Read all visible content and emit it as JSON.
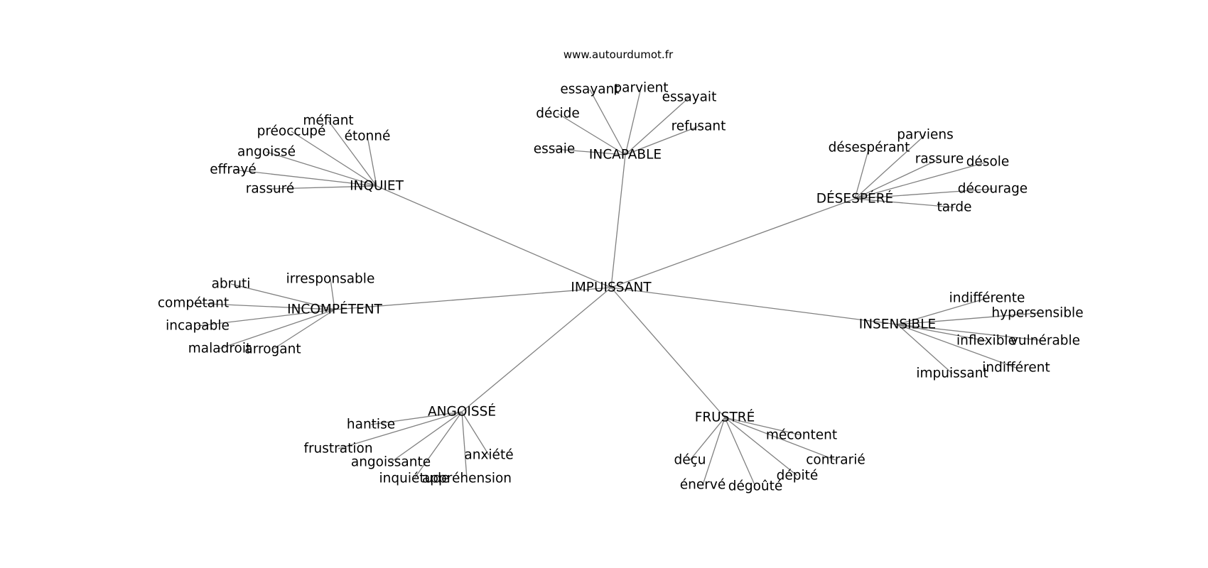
{
  "watermark": "www.autourdumot.fr",
  "graph": {
    "center": "IMPUISSANT",
    "clusters": [
      {
        "hub": "INQUIET",
        "leaves": [
          "méfiant",
          "préoccupé",
          "étonné",
          "angoissé",
          "effrayé",
          "rassuré"
        ]
      },
      {
        "hub": "INCAPABLE",
        "leaves": [
          "essayant",
          "parvient",
          "essayait",
          "décide",
          "refusant",
          "essaie"
        ]
      },
      {
        "hub": "DÉSESPÉRÉ",
        "leaves": [
          "parviens",
          "désespérant",
          "rassure",
          "désole",
          "décourage",
          "tarde"
        ]
      },
      {
        "hub": "INCOMPÉTENT",
        "leaves": [
          "irresponsable",
          "abruti",
          "compétant",
          "incapable",
          "maladroit",
          "arrogant"
        ]
      },
      {
        "hub": "INSENSIBLE",
        "leaves": [
          "indifférente",
          "hypersensible",
          "inflexible",
          "vulnérable",
          "indifférent",
          "impuissant"
        ]
      },
      {
        "hub": "ANGOISSÉ",
        "leaves": [
          "hantise",
          "frustration",
          "angoissante",
          "anxiété",
          "inquiétude",
          "appréhension"
        ]
      },
      {
        "hub": "FRUSTRÉ",
        "leaves": [
          "mécontent",
          "contrarié",
          "déçu",
          "dépité",
          "énervé",
          "dégoûté"
        ]
      }
    ]
  }
}
